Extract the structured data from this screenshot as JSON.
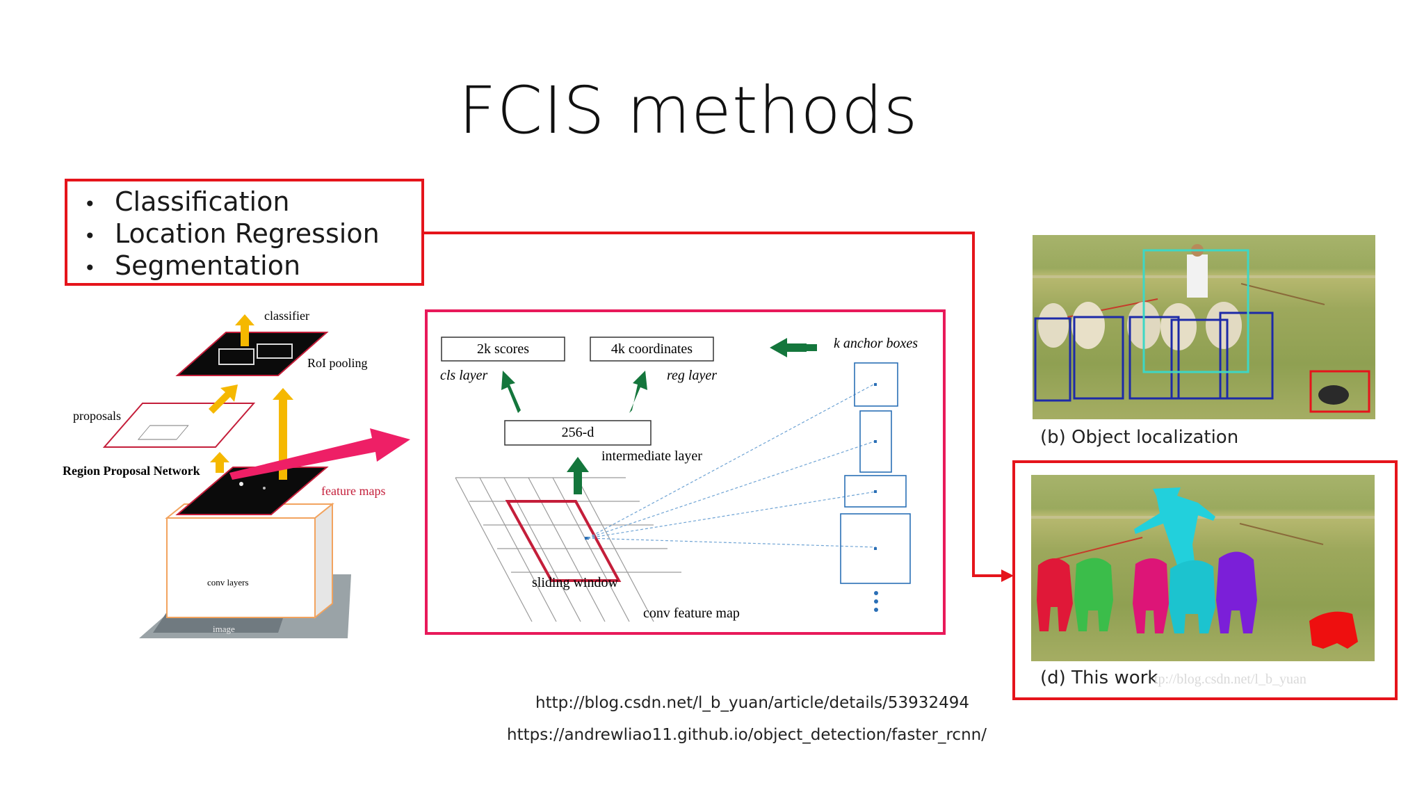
{
  "slide": {
    "title": "FCIS methods",
    "bullets": [
      "Classification",
      "Location Regression",
      "Segmentation"
    ]
  },
  "faster_rcnn": {
    "classifier": "classifier",
    "roi_pooling": "RoI pooling",
    "proposals": "proposals",
    "rpn": "Region Proposal Network",
    "feature_maps": "feature maps",
    "conv_layers": "conv layers",
    "image": "image"
  },
  "rpn_detail": {
    "scores": "2k scores",
    "coordinates": "4k coordinates",
    "cls_layer": "cls layer",
    "reg_layer": "reg layer",
    "anchor_boxes": "k anchor boxes",
    "d256": "256-d",
    "intermediate_layer": "intermediate layer",
    "sliding_window": "sliding window",
    "conv_feature_map": "conv feature map"
  },
  "fcis_images": {
    "localization_caption": "(b) Object localization",
    "this_work_caption": "(d) This work",
    "watermark": "tp://blog.csdn.net/l_b_yuan"
  },
  "references": {
    "url1": "http://blog.csdn.net/l_b_yuan/article/details/53932494",
    "url2": "https://andrewliao11.github.io/object_detection/faster_rcnn/"
  },
  "colors": {
    "red_box": "#e5141b",
    "pink_box": "#e8195a",
    "arrow_orange": "#f5b800",
    "arrow_green": "#14763c",
    "arrow_pink": "#ee1f66"
  }
}
